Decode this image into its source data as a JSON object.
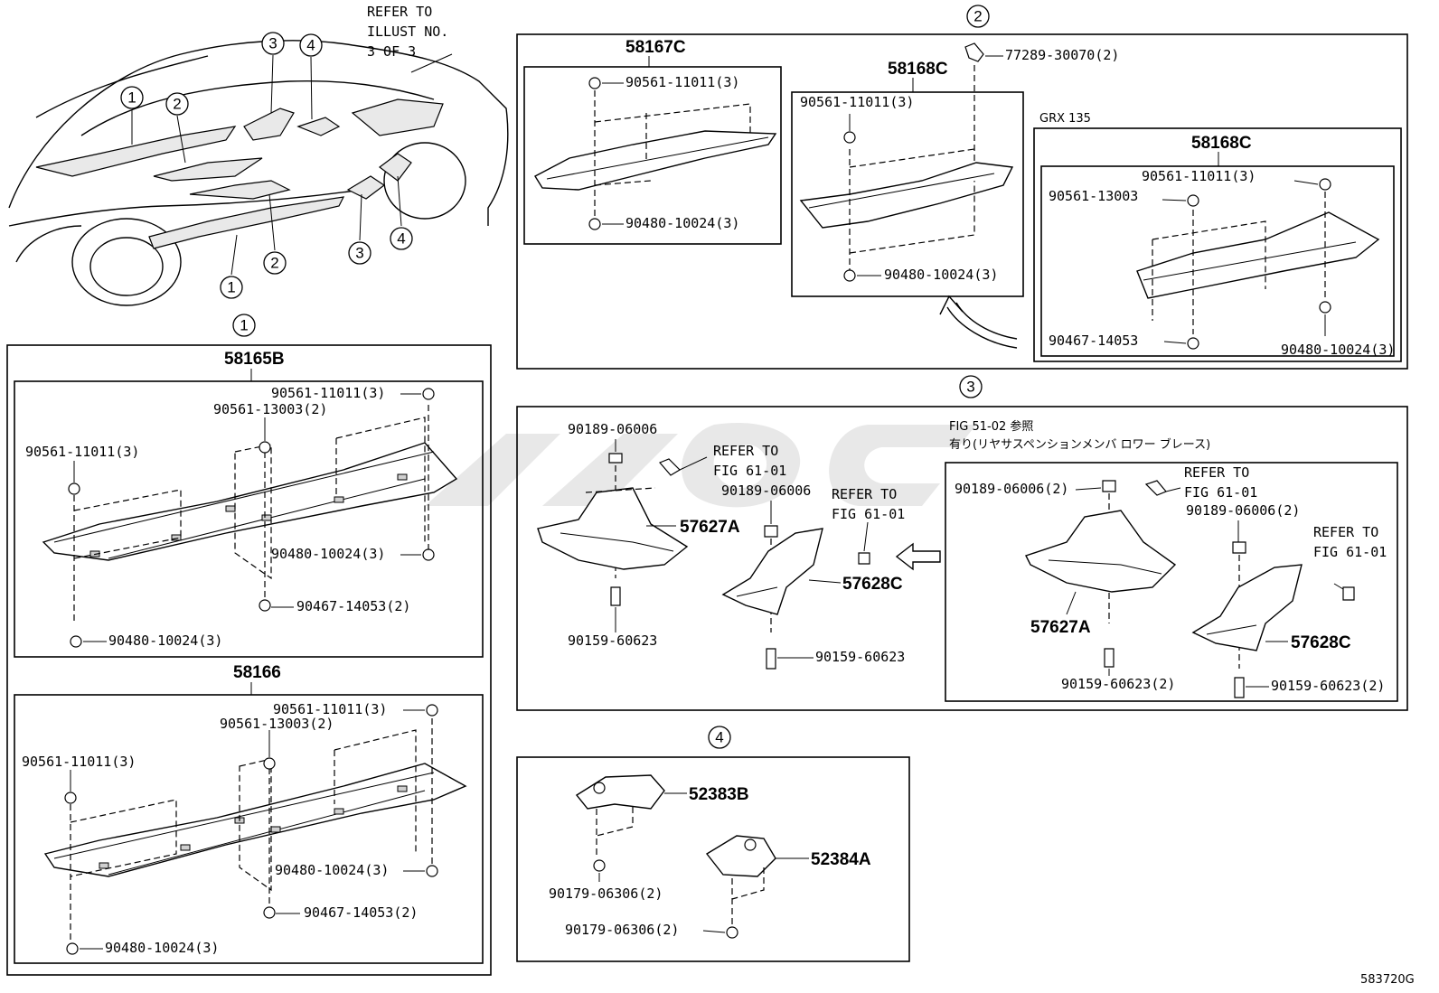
{
  "diagram_id": "583720G",
  "overview": {
    "refer_note": [
      "REFER TO",
      "ILLUST NO.",
      "3 OF 3"
    ],
    "callouts": [
      "1",
      "2",
      "3",
      "4",
      "1",
      "2",
      "3",
      "4"
    ]
  },
  "group1": {
    "circle": "1",
    "part_b": {
      "label": "58165B",
      "fasteners": [
        "90561-11011(3)",
        "90561-13003(2)",
        "90561-11011(3)",
        "90480-10024(3)",
        "90467-14053(2)",
        "90480-10024(3)"
      ]
    },
    "part_c": {
      "label": "58166",
      "fasteners": [
        "90561-11011(3)",
        "90561-13003(2)",
        "90561-11011(3)",
        "90480-10024(3)",
        "90467-14053(2)",
        "90480-10024(3)"
      ]
    }
  },
  "group2": {
    "circle": "2",
    "p58167c": {
      "label": "58167C",
      "fasteners": [
        "90561-11011(3)",
        "90480-10024(3)"
      ]
    },
    "p58168c": {
      "label": "58168C",
      "fasteners": [
        "90561-11011(3)",
        "90480-10024(3)"
      ]
    },
    "clip": "77289-30070(2)",
    "grx": {
      "title": "GRX 135",
      "label": "58168C",
      "fasteners": [
        "90561-11011(3)",
        "90561-13003",
        "90467-14053",
        "90480-10024(3)"
      ]
    }
  },
  "group3": {
    "circle": "3",
    "left": {
      "bolt_top": "90189-06006",
      "refer1": [
        "REFER TO",
        "FIG 61-01"
      ],
      "bolt_mid": "90189-06006",
      "refer2": [
        "REFER TO",
        "FIG 61-01"
      ],
      "part_a": "57627A",
      "part_c": "57628C",
      "bolt_bottom_a": "90159-60623",
      "bolt_bottom_c": "90159-60623"
    },
    "right": {
      "note": [
        "FIG 51-02 参照",
        "有り(リヤサスペンションメンバ ロワー ブレース)"
      ],
      "bolt_top": "90189-06006(2)",
      "refer1": [
        "REFER TO",
        "FIG 61-01"
      ],
      "bolt_mid": "90189-06006(2)",
      "refer2": [
        "REFER TO",
        "FIG 61-01"
      ],
      "part_a": "57627A",
      "part_c": "57628C",
      "bolt_bottom_a": "90159-60623(2)",
      "bolt_bottom_c": "90159-60623(2)"
    }
  },
  "group4": {
    "circle": "4",
    "part_b": "52383B",
    "part_a": "52384A",
    "fastener_b": "90179-06306(2)",
    "fastener_a": "90179-06306(2)"
  },
  "colors": {
    "line": "#000000",
    "background": "#ffffff",
    "watermark": "#d8d8d8"
  }
}
